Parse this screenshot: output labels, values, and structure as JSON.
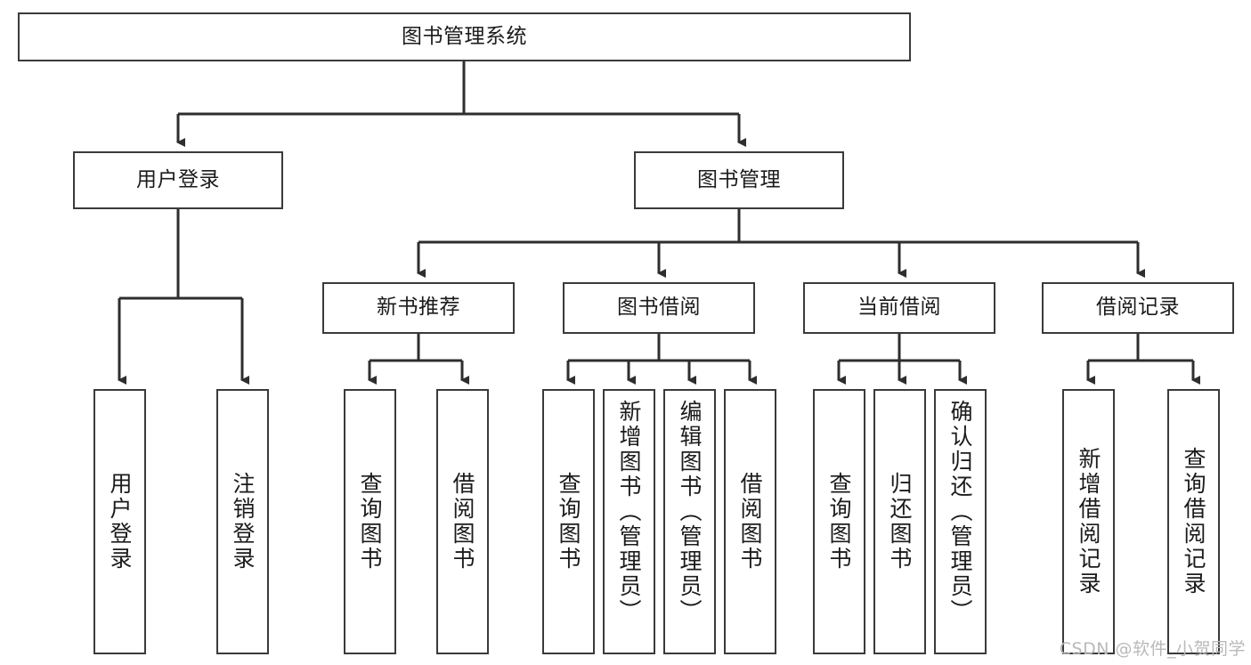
{
  "diagram": {
    "title": "图书管理系统",
    "type": "tree-hierarchy-diagram",
    "colors": {
      "box_border": "#3a3a3a",
      "box_fill": "#ffffff",
      "connector": "#2e2e2e",
      "text": "#1b1b1b",
      "watermark": "#b9b9b9"
    }
  },
  "root": {
    "label": "图书管理系统"
  },
  "level1": [
    {
      "label": "用户登录"
    },
    {
      "label": "图书管理"
    }
  ],
  "level2": [
    {
      "label": "新书推荐"
    },
    {
      "label": "图书借阅"
    },
    {
      "label": "当前借阅"
    },
    {
      "label": "借阅记录"
    }
  ],
  "leaves": {
    "user_login": [
      {
        "label": "用户登录"
      },
      {
        "label": "注销登录"
      }
    ],
    "new_book_recommend": [
      {
        "label": "查询图书"
      },
      {
        "label": "借阅图书"
      }
    ],
    "book_borrow": [
      {
        "label": "查询图书"
      },
      {
        "label": "新增图书（管理员）"
      },
      {
        "label": "编辑图书（管理员）"
      },
      {
        "label": "借阅图书"
      }
    ],
    "current_borrow": [
      {
        "label": "查询图书"
      },
      {
        "label": "归还图书"
      },
      {
        "label": "确认归还（管理员）"
      }
    ],
    "borrow_records": [
      {
        "label": "新增借阅记录"
      },
      {
        "label": "查询借阅记录"
      }
    ]
  },
  "watermark": {
    "text": "CSDN @软件_小贺同学"
  }
}
